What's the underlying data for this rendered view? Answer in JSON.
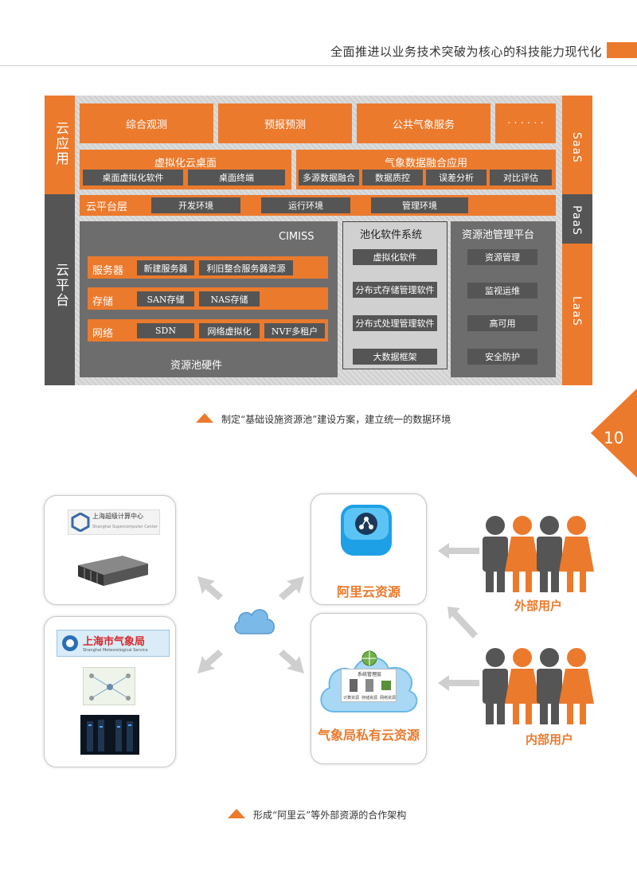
{
  "header": {
    "title": "全面推进以业务技术突破为核心的科技能力现代化"
  },
  "architecture": {
    "left_labels": {
      "top": "云应用",
      "bottom": "云平台"
    },
    "right_labels": {
      "saas": "SaaS",
      "paas": "PaaS",
      "laas": "LaaS"
    },
    "app_row": [
      "综合观测",
      "预报预测",
      "公共气象服务",
      "· · · · · ·"
    ],
    "virtual_desktop": {
      "title": "虚拟化云桌面",
      "items": [
        "桌面虚拟化软件",
        "桌面终端"
      ]
    },
    "data_fusion": {
      "title": "气象数据融合应用",
      "items": [
        "多源数据融合",
        "数据质控",
        "误差分析",
        "对比评估"
      ]
    },
    "platform_layer": {
      "title": "云平台层",
      "items": [
        "开发环境",
        "运行环境",
        "管理环境"
      ]
    },
    "cimiss": "CIMISS",
    "hardware_rows": [
      {
        "label": "服务器",
        "items": [
          "新建服务器",
          "利旧整合服务器资源"
        ]
      },
      {
        "label": "存储",
        "items": [
          "SAN存储",
          "NAS存储"
        ]
      },
      {
        "label": "网络",
        "items": [
          "SDN",
          "网络虚拟化",
          "NVF多租户"
        ]
      }
    ],
    "hardware_title": "资源池硬件",
    "pool_software": {
      "title": "池化软件系统",
      "items": [
        "虚拟化软件",
        "分布式存储管理软件",
        "分布式处理管理软件",
        "大数据框架"
      ]
    },
    "pool_mgmt": {
      "title": "资源池管理平台",
      "items": [
        "资源管理",
        "监视运维",
        "高可用",
        "安全防护"
      ]
    }
  },
  "caption1": "制定“基础设施资源池”建设方案，建立统一的数据环境",
  "page_number": "10",
  "bottom": {
    "sh_super_logo": "上海超级计算中心",
    "sh_super_sub": "Shanghai Supercomputer Center",
    "sh_met_logo": "上海市气象局",
    "sh_met_sub": "Shanghai Meteorological Service",
    "aliyun_label": "阿里云资源",
    "private_label": "气象局私有云资源",
    "private_inner": "系统管理层",
    "private_inner_items": [
      "计算资源",
      "存储资源",
      "网络资源"
    ],
    "external_users": "外部用户",
    "internal_users": "内部用户"
  },
  "caption2": "形成“阿里云”等外部资源的合作架构",
  "colors": {
    "accent": "#ec7a2d",
    "dark": "#555555",
    "panel": "#6d6d6d"
  }
}
